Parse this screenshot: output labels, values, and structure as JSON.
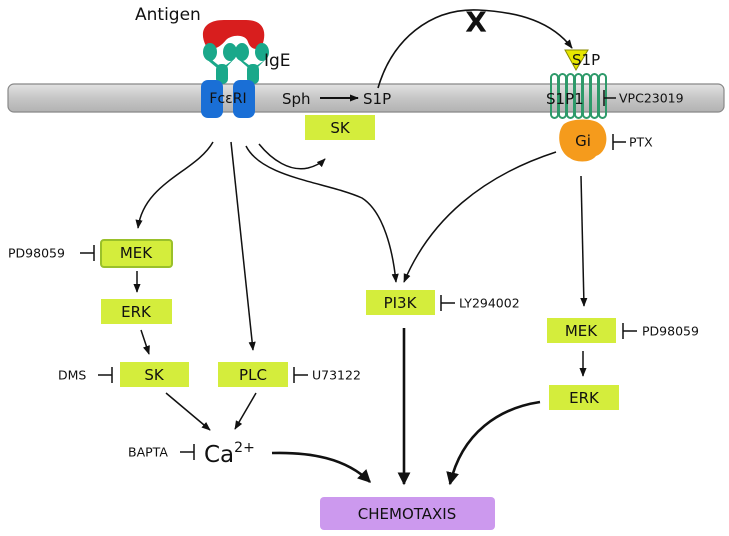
{
  "membrane": {
    "antigen": "Antigen",
    "ige": "IgE",
    "receptor": "FcεRI",
    "sph": "Sph",
    "s1p_membrane": "S1P",
    "s1p_ligand": "S1P",
    "s1p1": "S1P1",
    "block_mark": "X"
  },
  "nodes": {
    "sk_top": "SK",
    "gi": "Gi",
    "mek_left": "MEK",
    "erk_left": "ERK",
    "sk_left": "SK",
    "plc": "PLC",
    "pi3k": "PI3K",
    "mek_right": "MEK",
    "erk_right": "ERK",
    "ca_base": "Ca",
    "ca_sup": "2+",
    "chemotaxis": "CHEMOTAXIS"
  },
  "inhibitors": {
    "vpc": "VPC23019",
    "ptx": "PTX",
    "pd_left": "PD98059",
    "dms": "DMS",
    "u73122": "U73122",
    "ly": "LY294002",
    "pd_right": "PD98059",
    "bapta": "BAPTA"
  },
  "colors": {
    "node_fill": "#d4ed3c",
    "chemotaxis_fill": "#cc99ee",
    "membrane_fill": "#c8c8c8",
    "receptor_blue": "#1a6fd6",
    "ige_teal": "#1aa88a",
    "antigen_red": "#d81e1e",
    "gi_orange": "#f59b1c",
    "s1p1_green": "#2e9a6a",
    "ligand_yellow": "#e6e600"
  }
}
